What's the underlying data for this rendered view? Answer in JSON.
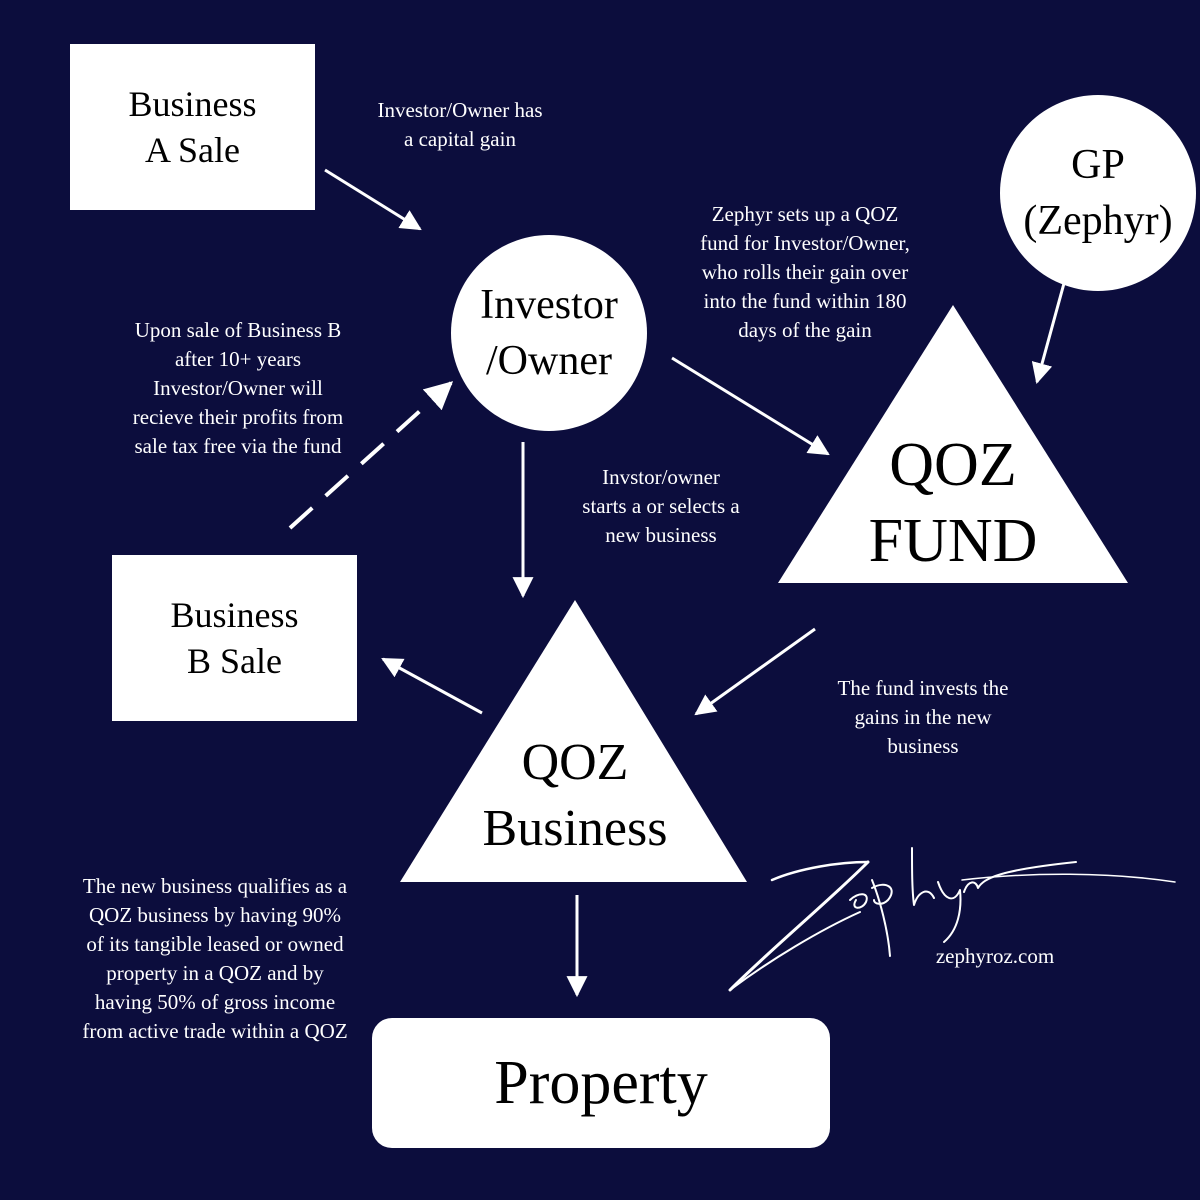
{
  "colors": {
    "background": "#0c0d3d",
    "foreground": "#ffffff",
    "text_on_shape": "#000000"
  },
  "nodes": {
    "business_a": "Business\nA Sale",
    "investor": "Investor\n/Owner",
    "gp": "GP\n(Zephyr)",
    "qoz_fund": "QOZ\nFUND",
    "business_b": "Business\nB Sale",
    "qoz_business": "QOZ\nBusiness",
    "property": "Property"
  },
  "notes": {
    "capital_gain": "Investor/Owner has\na capital gain",
    "zephyr_setup": "Zephyr sets up a QOZ\nfund for Investor/Owner,\nwho rolls their gain over\ninto the fund within 180\ndays of the gain",
    "upon_sale": "Upon sale of Business B\nafter 10+ years\nInvestor/Owner will\nrecieve their profits from\nsale tax free via the fund",
    "starts_business": "Invstor/owner\nstarts a or selects a\nnew business",
    "fund_invests": "The fund invests the\ngains in the new\nbusiness",
    "qualifies": "The new business qualifies as a\nQOZ business by  having 90%\nof its tangible leased or owned\nproperty in a QOZ and by\nhaving 50% of gross income\nfrom active trade within a QOZ"
  },
  "logo": {
    "signature_text": "Zephyr",
    "website": "zephyroz.com"
  }
}
